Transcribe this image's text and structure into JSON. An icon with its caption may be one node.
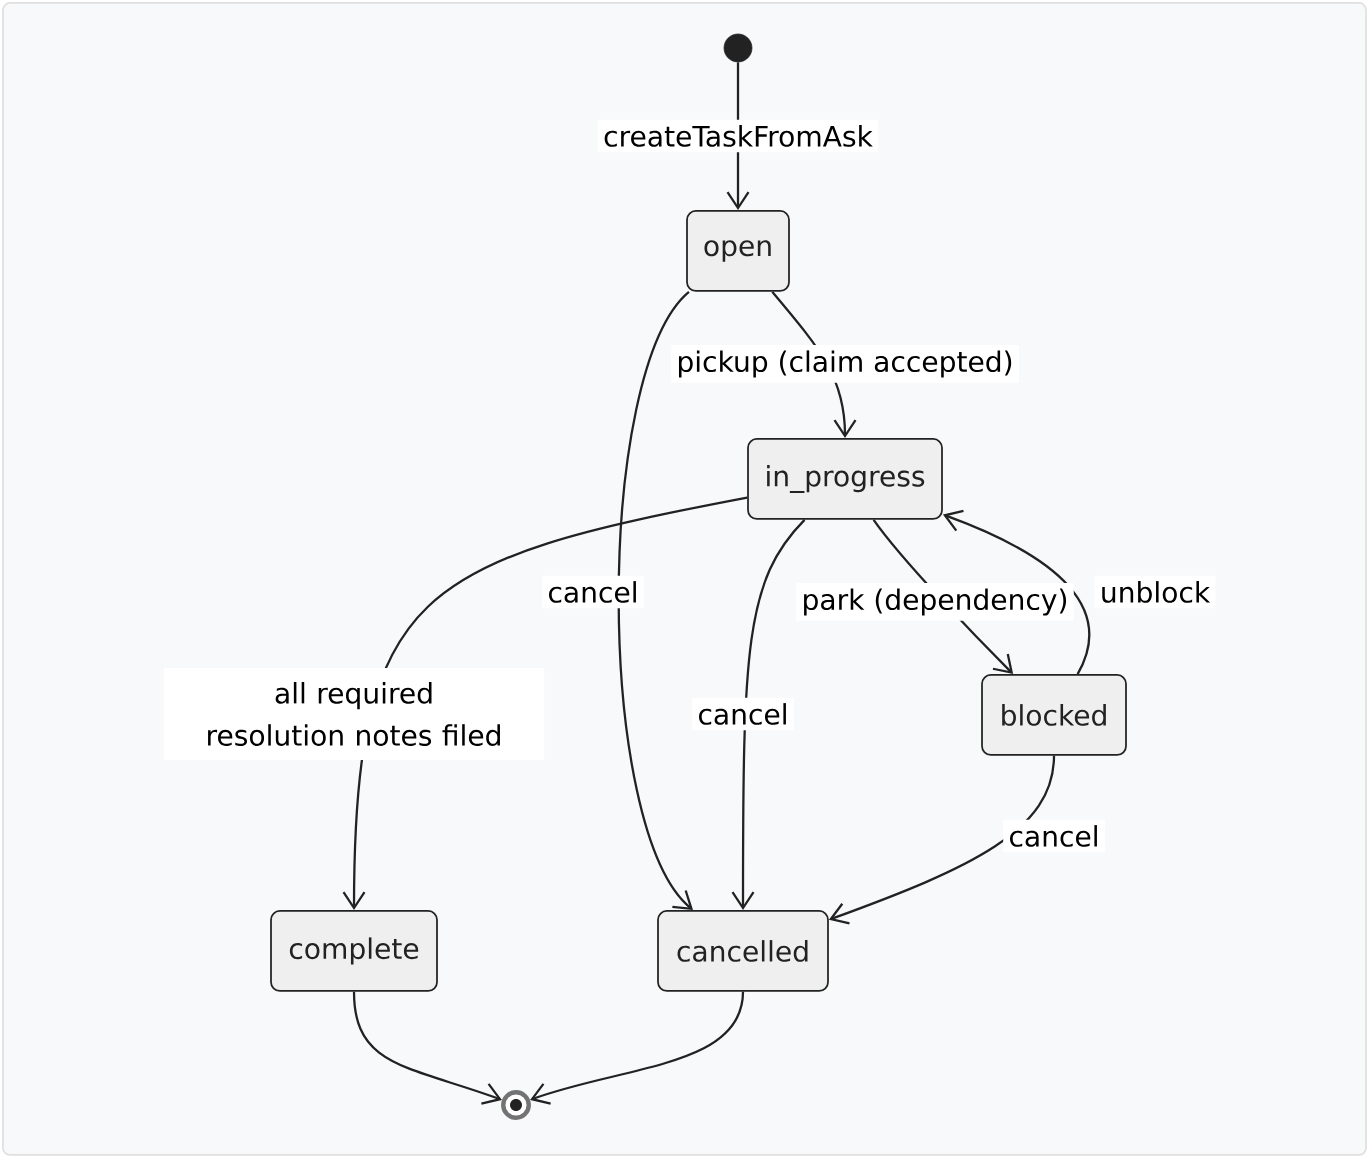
{
  "diagram": {
    "nodes": [
      {
        "text": [],
        "shape": "circle"
      },
      {
        "text": [
          "open"
        ]
      },
      {
        "text": [
          "in_progress"
        ]
      },
      {
        "text": [
          "blocked"
        ]
      },
      {
        "text": [
          "complete"
        ]
      },
      {
        "text": [
          "cancelled"
        ]
      },
      {
        "text": [],
        "shape": "circle"
      }
    ],
    "edges": [
      {
        "from": 0,
        "to": 1,
        "arrow": "to",
        "label": "createTaskFromAsk"
      },
      {
        "from": 1,
        "to": 2,
        "arrow": "to",
        "label": "pickup (claim accepted)"
      },
      {
        "from": 1,
        "to": 5,
        "arrow": "to",
        "label": "cancel"
      },
      {
        "from": 2,
        "to": 4,
        "arrow": "to",
        "label": "all required resolution notes filed"
      },
      {
        "from": 2,
        "to": 5,
        "arrow": "to",
        "label": "cancel"
      },
      {
        "from": 2,
        "to": 3,
        "arrow": "to",
        "label": "park (dependency)"
      },
      {
        "from": 3,
        "to": 2,
        "arrow": "to",
        "label": "unblock"
      },
      {
        "from": 3,
        "to": 5,
        "arrow": "to",
        "label": "cancel"
      },
      {
        "from": 4,
        "to": 6,
        "arrow": "to"
      },
      {
        "from": 5,
        "to": 6,
        "arrow": "to"
      }
    ]
  }
}
